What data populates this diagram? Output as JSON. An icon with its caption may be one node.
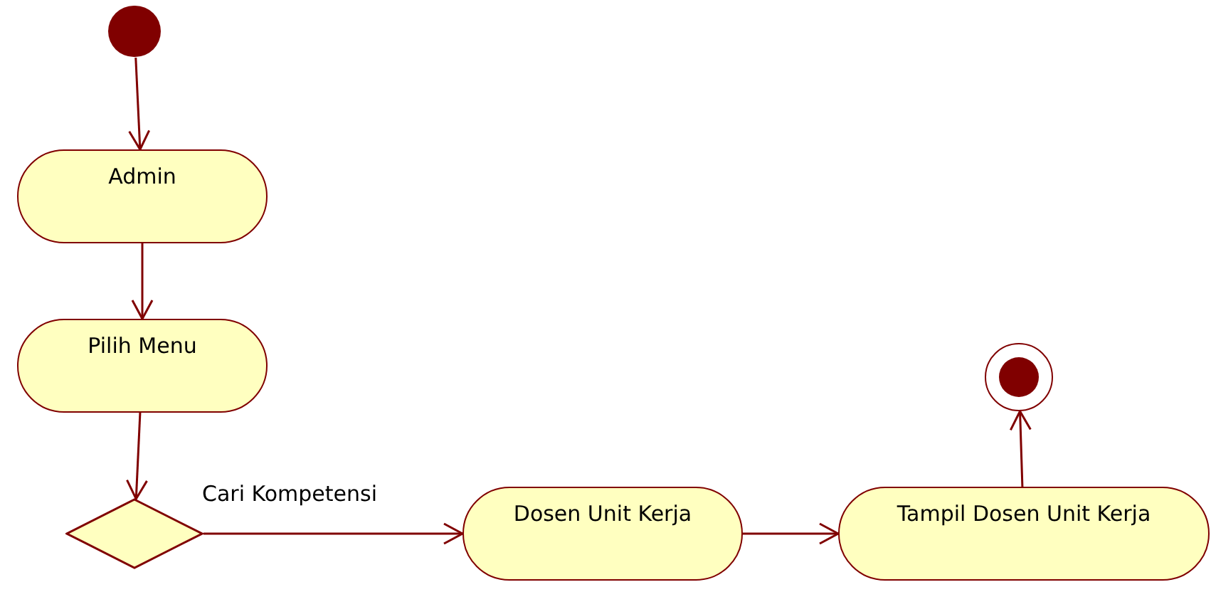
{
  "diagram": {
    "nodes": [
      {
        "text": [],
        "shape": "circle"
      },
      {
        "text": [
          "Admin"
        ]
      },
      {
        "text": [
          "Pilih Menu"
        ]
      },
      {
        "text": [],
        "shape": "diamond"
      },
      {
        "text": [
          "Dosen Unit Kerja"
        ]
      },
      {
        "text": [
          "Tampil Dosen Unit Kerja"
        ]
      },
      {
        "text": [],
        "shape": "bullseye"
      }
    ],
    "edges": [
      {
        "from": 0,
        "to": 1,
        "arrow": "to"
      },
      {
        "from": 1,
        "to": 2,
        "arrow": "to"
      },
      {
        "from": 2,
        "to": 3,
        "arrow": "to"
      },
      {
        "from": 3,
        "to": 4,
        "arrow": "to",
        "label": "Cari Kompetensi"
      },
      {
        "from": 4,
        "to": 5,
        "arrow": "to"
      },
      {
        "from": 5,
        "to": 6,
        "arrow": "to"
      }
    ]
  }
}
